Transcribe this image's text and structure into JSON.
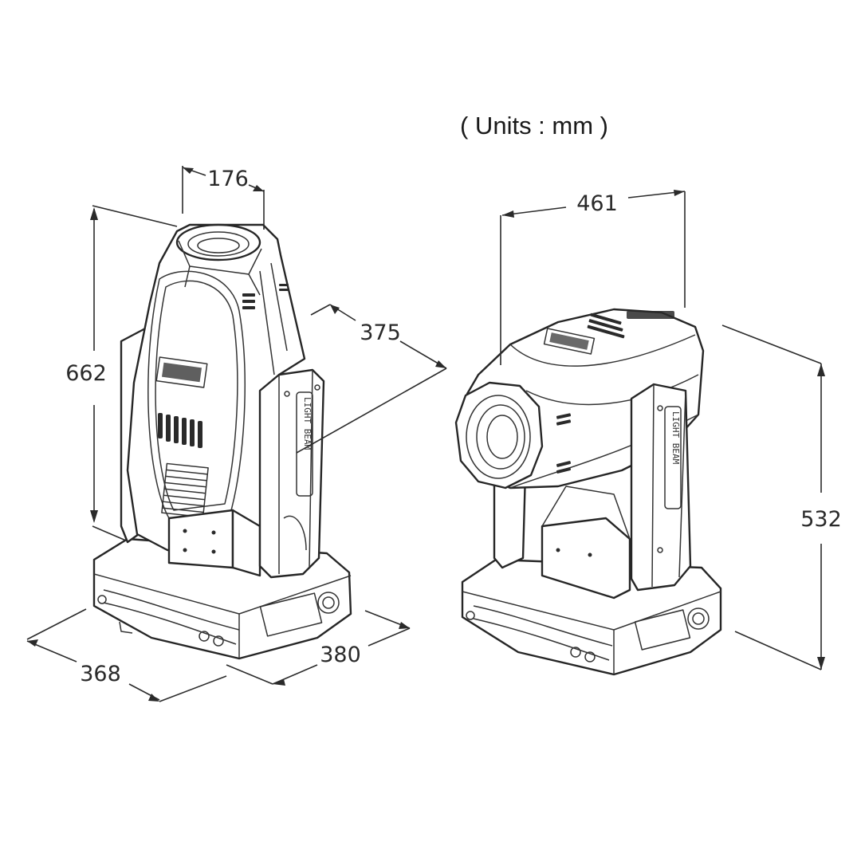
{
  "units_label": "( Units : mm )",
  "dimensions": {
    "width_top": "176",
    "height_left": "662",
    "depth_diag": "375",
    "base_front": "368",
    "base_side": "380",
    "width_right": "461",
    "height_right": "532"
  },
  "colors": {
    "line": "#2b2b2b",
    "background": "#ffffff"
  }
}
